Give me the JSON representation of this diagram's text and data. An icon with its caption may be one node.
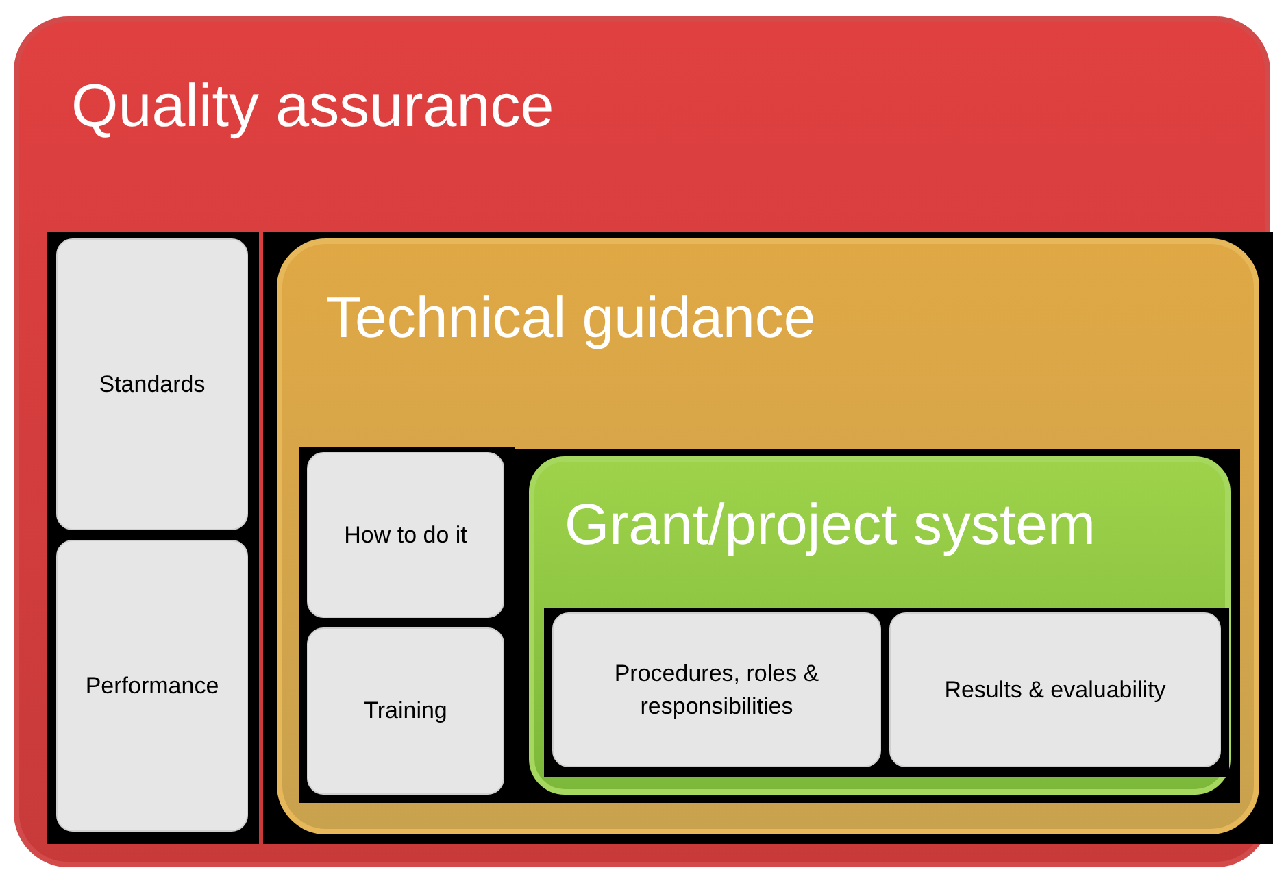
{
  "diagram": {
    "nodes": [
      {
        "text": [
          "Quality assurance"
        ]
      },
      {
        "text": [
          "Standards"
        ],
        "in": 0
      },
      {
        "text": [
          "Performance"
        ],
        "in": 0
      },
      {
        "text": [
          "Technical guidance"
        ],
        "in": 0
      },
      {
        "text": [
          "How to do it"
        ],
        "in": 3
      },
      {
        "text": [
          "Training"
        ],
        "in": 3
      },
      {
        "text": [
          "Grant/project system"
        ],
        "in": 3
      },
      {
        "text": [
          "Procedures, roles & responsibilities"
        ],
        "in": 6
      },
      {
        "text": [
          "Results & evaluability"
        ],
        "in": 6
      }
    ]
  }
}
